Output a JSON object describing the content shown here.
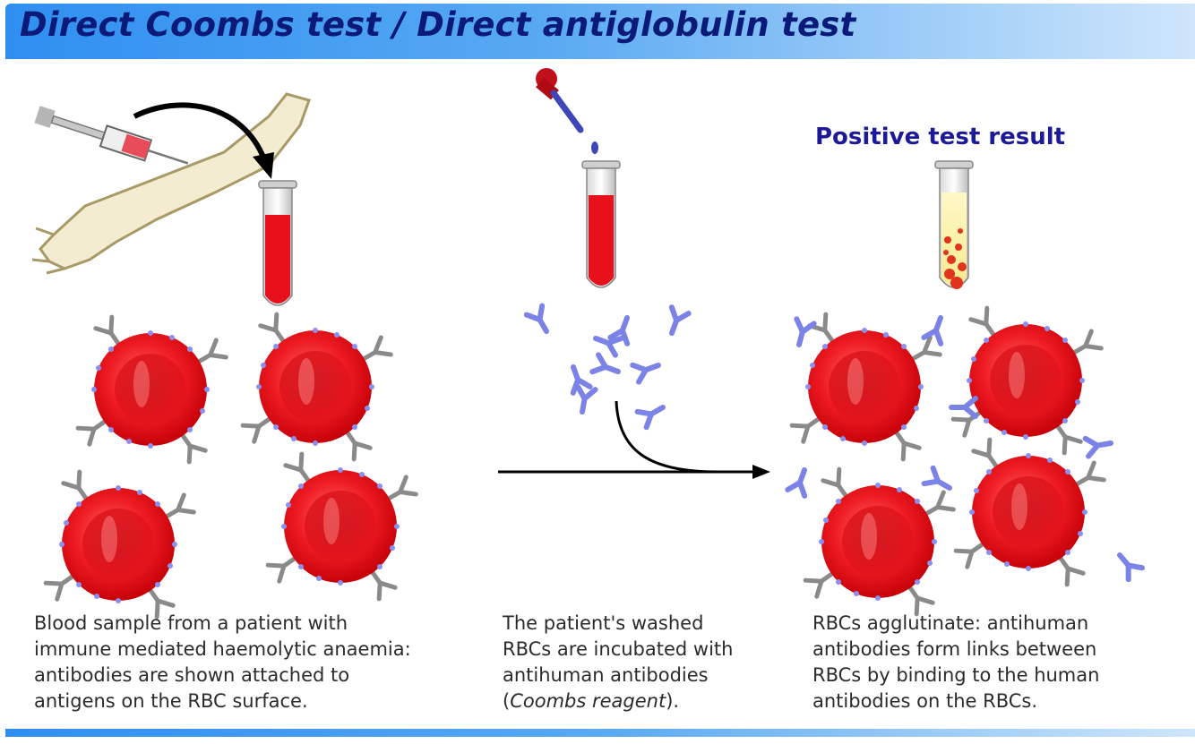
{
  "title": "Direct Coombs test / Direct antiglobulin test",
  "result_label": "Positive test result",
  "captions": {
    "step1": [
      "Blood sample from a patient with",
      "immune mediated haemolytic anaemia:",
      "antibodies are shown attached to",
      "antigens on the RBC surface."
    ],
    "step2": {
      "line1": "The patient's washed",
      "line2": "RBCs are incubated with",
      "line3": "antihuman antibodies",
      "line4_open": "(",
      "line4_italic": "Coombs reagent",
      "line4_close": ")."
    },
    "step3": [
      "RBCs agglutinate: antihuman",
      "antibodies form links between",
      "RBCs by binding to the human",
      "antibodies on the RBCs."
    ]
  },
  "colors": {
    "header_start": "#2f8ff0",
    "header_end": "#cfe6fb",
    "title_text": "#0b1a78",
    "rbc_red": "#e8101a",
    "human_antibody": "#8c8c8c",
    "antihuman_antibody": "#7b83e6",
    "arm": "#f3ecd0"
  }
}
